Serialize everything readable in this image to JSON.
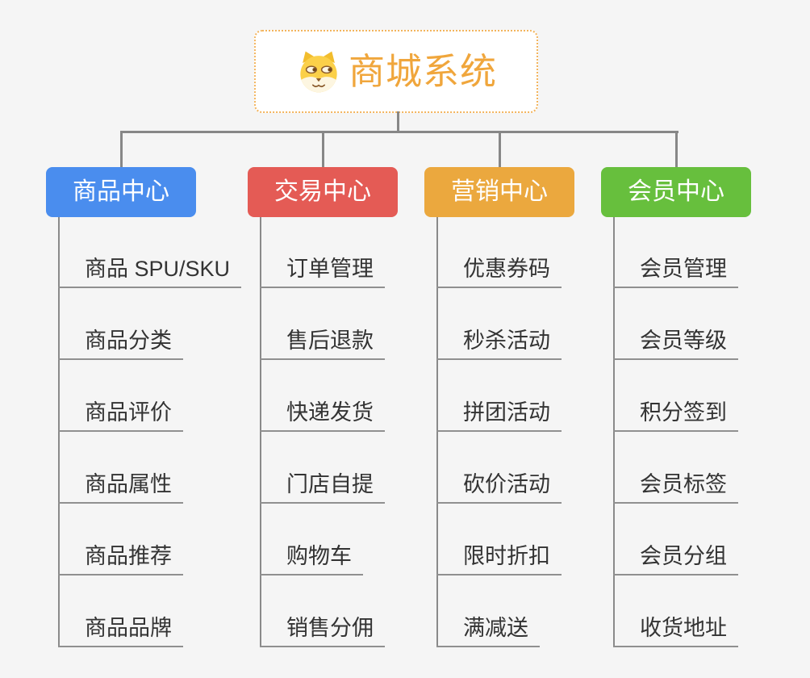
{
  "root": {
    "title": "商城系统",
    "icon": "dog-face-icon"
  },
  "branches": [
    {
      "id": "product-center",
      "label": "商品中心",
      "color": "#4a8dee",
      "children": [
        "商品 SPU/SKU",
        "商品分类",
        "商品评价",
        "商品属性",
        "商品推荐",
        "商品品牌"
      ]
    },
    {
      "id": "trade-center",
      "label": "交易中心",
      "color": "#e45b55",
      "children": [
        "订单管理",
        "售后退款",
        "快递发货",
        "门店自提",
        "购物车",
        "销售分佣"
      ]
    },
    {
      "id": "marketing-center",
      "label": "营销中心",
      "color": "#eba83e",
      "children": [
        "优惠券码",
        "秒杀活动",
        "拼团活动",
        "砍价活动",
        "限时折扣",
        "满减送"
      ]
    },
    {
      "id": "member-center",
      "label": "会员中心",
      "color": "#67bf3d",
      "children": [
        "会员管理",
        "会员等级",
        "积分签到",
        "会员标签",
        "会员分组",
        "收货地址"
      ]
    }
  ],
  "colors": {
    "connector_line": "#878787",
    "leaf_underline": "#909090",
    "leaf_text": "#333333",
    "root_title": "#f0a63c",
    "root_border": "#f3b45c",
    "background": "#f5f5f5"
  }
}
